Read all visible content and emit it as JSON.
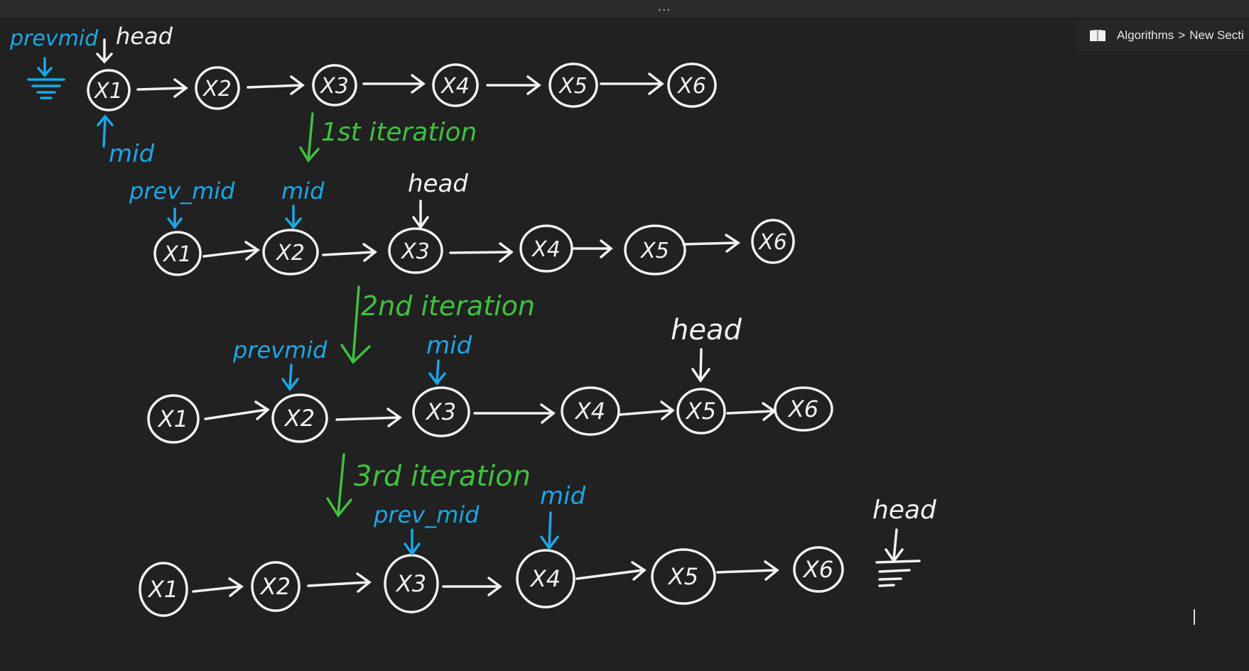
{
  "window": {
    "overflow_menu": "..."
  },
  "breadcrumb": {
    "notebook": "Algorithms",
    "separator": ">",
    "section": "New Secti"
  },
  "colors": {
    "background": "#212121",
    "chalk_white": "#f2f2f2",
    "pointer_blue": "#1aa7e8",
    "iteration_green": "#3ec23e"
  },
  "rows": [
    {
      "nodes": [
        "X1",
        "X2",
        "X3",
        "X4",
        "X5",
        "X6"
      ],
      "labels": {
        "prev_mid": "prevmid",
        "head": "head",
        "mid": "mid"
      }
    },
    {
      "nodes": [
        "X1",
        "X2",
        "X3",
        "X4",
        "X5",
        "X6"
      ],
      "labels": {
        "prev_mid": "prev_mid",
        "mid": "mid",
        "head": "head"
      }
    },
    {
      "nodes": [
        "X1",
        "X2",
        "X3",
        "X4",
        "X5",
        "X6"
      ],
      "labels": {
        "prev_mid": "prevmid",
        "mid": "mid",
        "head": "head"
      }
    },
    {
      "nodes": [
        "X1",
        "X2",
        "X3",
        "X4",
        "X5",
        "X6"
      ],
      "labels": {
        "prev_mid": "prev_mid",
        "mid": "mid",
        "head": "head"
      }
    }
  ],
  "iterations": [
    "1st iteration",
    "2nd iteration",
    "3rd iteration"
  ]
}
